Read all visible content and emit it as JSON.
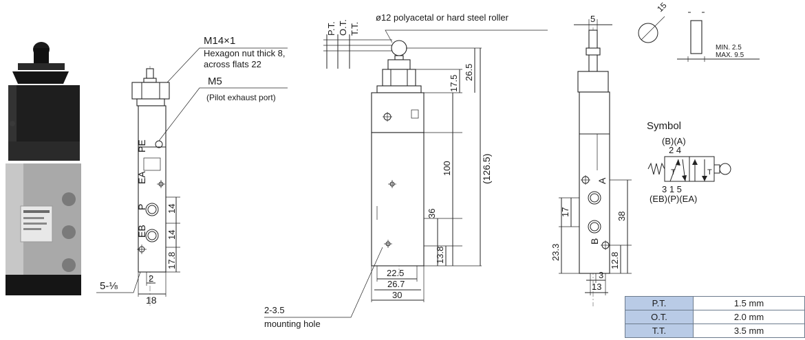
{
  "labels": {
    "thread": "M14×1",
    "hex_nut_line1": "Hexagon nut thick 8,",
    "hex_nut_line2": "across flats 22",
    "pilot_port": "M5",
    "pilot_port_desc": "(Pilot exhaust port)",
    "roller": "ø12 polyacetal or hard steel roller",
    "mounting_hole_size": "2-3.5",
    "mounting_hole": "mounting hole",
    "ports_label": "5-⅛",
    "symbol_title": "Symbol",
    "min_thk": "MIN. 2.5",
    "max_thk": "MAX. 9.5"
  },
  "port_labels": {
    "pe": "PE",
    "ea": "EA",
    "p": "P",
    "eb": "EB",
    "a": "A",
    "b": "B"
  },
  "stroke_labels": {
    "pt": "P.T.",
    "ot": "O.T.",
    "tt": "T.T."
  },
  "dimensions": {
    "left": {
      "d14a": "14",
      "d14b": "14",
      "d178": "17.8",
      "d2": "2",
      "d18": "18"
    },
    "middle": {
      "d175": "17.5",
      "d265": "26.5",
      "d1265": "(126.5)",
      "d100": "100",
      "d36": "36",
      "d138": "13.8",
      "d225": "22.5",
      "d267": "26.7",
      "d30": "30"
    },
    "right": {
      "d5": "5",
      "d17": "17",
      "d233": "23.3",
      "d38": "38",
      "d128": "12.8",
      "d3": "3",
      "d13": "13",
      "d15": "15"
    }
  },
  "symbol": {
    "top_ports": "(B)(A)",
    "top_nums": "2   4",
    "bottom_nums": "3   1   5",
    "bottom_ports": "(EB)(P)(EA)",
    "t_mark": "T"
  },
  "spec_table": [
    {
      "label": "P.T.",
      "value": "1.5 mm"
    },
    {
      "label": "O.T.",
      "value": "2.0 mm"
    },
    {
      "label": "T.T.",
      "value": "3.5 mm"
    }
  ]
}
